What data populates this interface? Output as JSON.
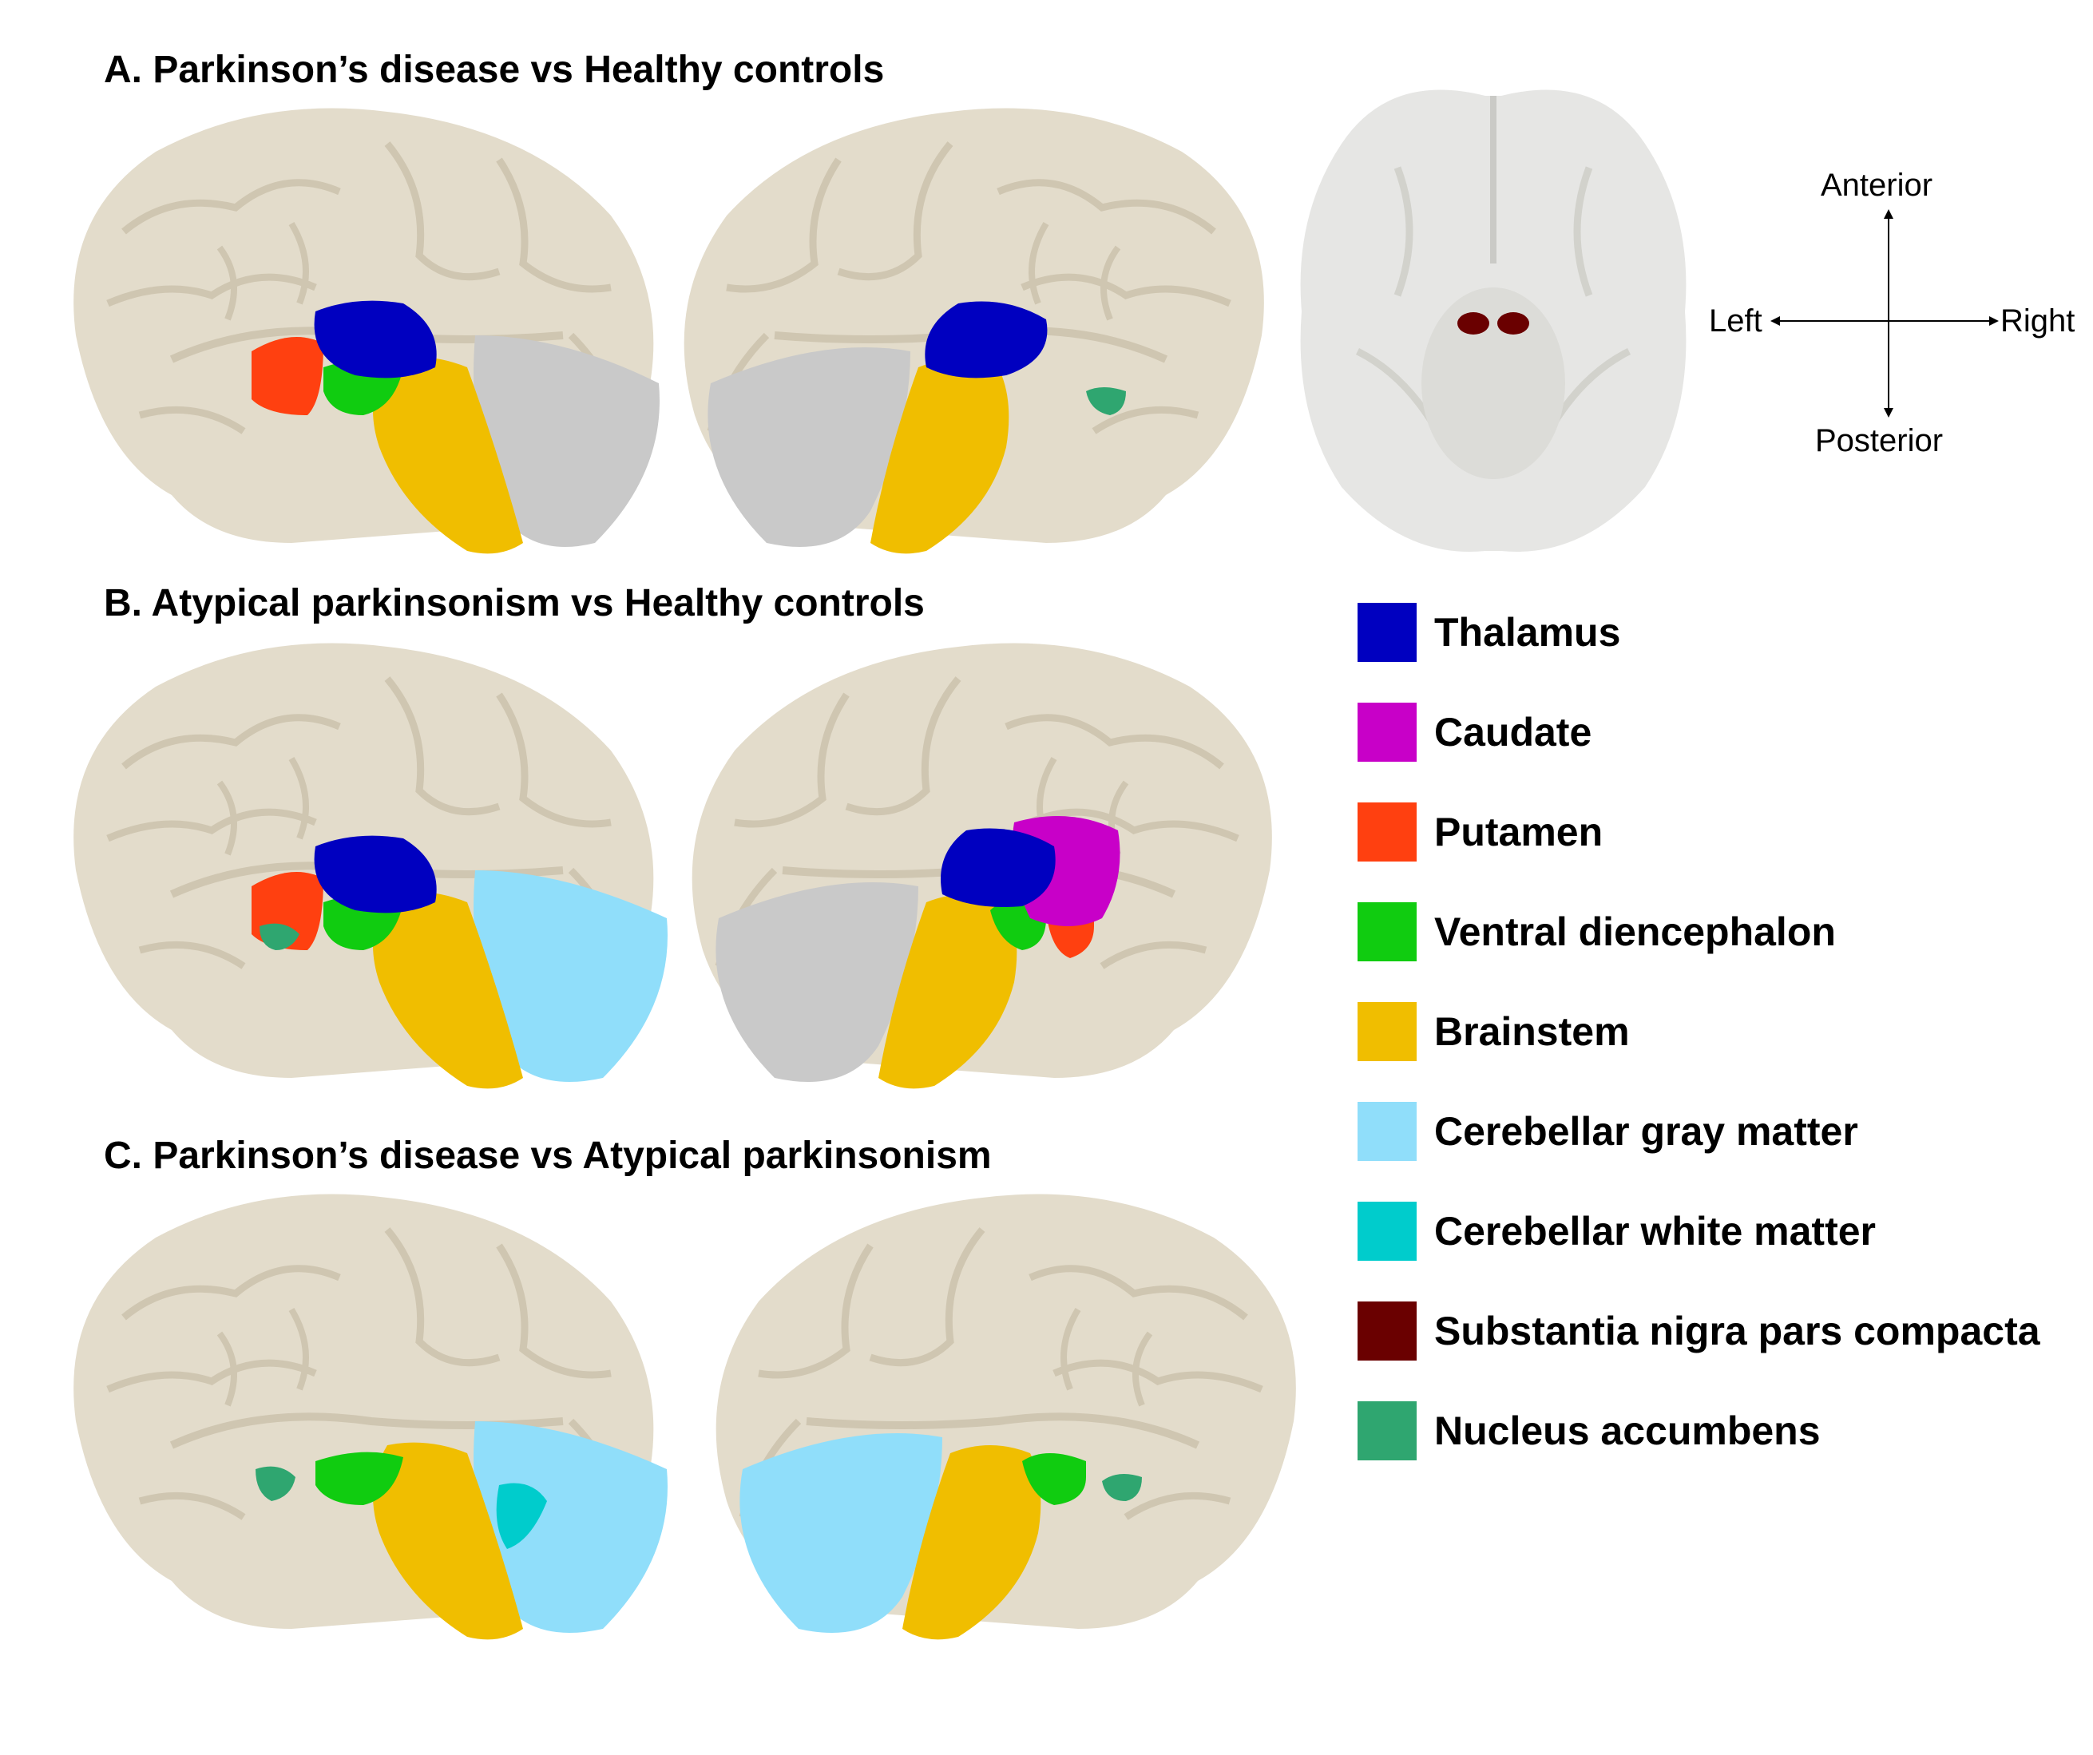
{
  "panels": {
    "a": {
      "title": "A. Parkinson’s disease vs Healthy controls"
    },
    "b": {
      "title": "B. Atypical parkinsonism vs Healthy controls"
    },
    "c": {
      "title": "C. Parkinson’s disease vs Atypical parkinsonism"
    }
  },
  "orientation": {
    "anterior": "Anterior",
    "posterior": "Posterior",
    "left": "Left",
    "right": "Right"
  },
  "legend": [
    {
      "label": "Thalamus",
      "color": "#0000c0"
    },
    {
      "label": "Caudate",
      "color": "#c800c8"
    },
    {
      "label": "Putamen",
      "color": "#ff4010"
    },
    {
      "label": "Ventral diencephalon",
      "color": "#10cc10"
    },
    {
      "label": "Brainstem",
      "color": "#f0be00"
    },
    {
      "label": "Cerebellar gray matter",
      "color": "#90defa"
    },
    {
      "label": "Cerebellar white matter",
      "color": "#00cccc"
    },
    {
      "label": "Substantia nigra pars compacta",
      "color": "#6a0000"
    },
    {
      "label": "Nucleus accumbens",
      "color": "#2fa670"
    }
  ],
  "colors": {
    "cortex": "#e3dccb",
    "cortex_fold": "#cfc6b1",
    "cerebellum_neutral": "#c9c9c9",
    "axial_brain": "#e6e6e4"
  }
}
